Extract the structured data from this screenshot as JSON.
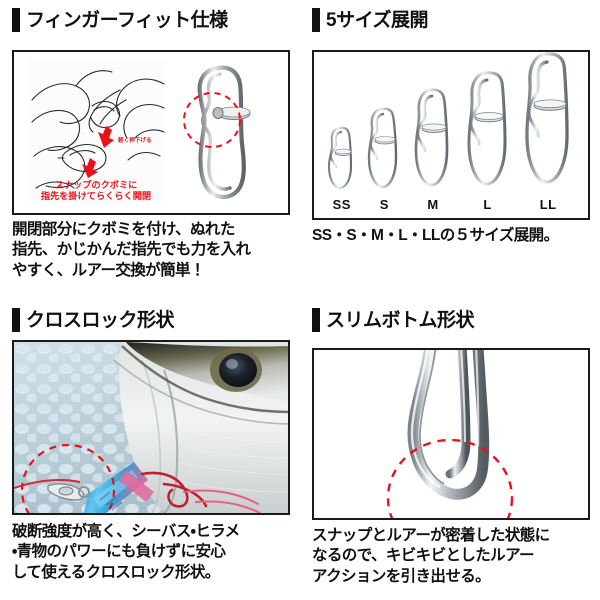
{
  "panels": {
    "finger_fit": {
      "heading": "フィンガーフィット仕様",
      "caption": "開閉部分にクボミを付け、ぬれた\n指先、かじかんだ指先でも力を入れ\nやすく、ルアー交換が簡単！",
      "illustration": {
        "annotation_main_line1": "スナップのクボミに",
        "annotation_main_line2": "指先を掛けてらくらく開閉",
        "annotation_small": "軽く押下げる"
      }
    },
    "five_sizes": {
      "heading": "5サイズ展開",
      "caption": "SS・S・M・L・LLの５サイズ展開。",
      "size_labels": [
        "SS",
        "S",
        "M",
        "L",
        "LL"
      ]
    },
    "cross_lock": {
      "heading": "クロスロック形状",
      "caption": "破断強度が高く、シーバス・ヒラメ\n・青物のパワーにも負けずに安心\nして使えるクロスロック形状。"
    },
    "slim_bottom": {
      "heading": "スリムボトム形状",
      "caption": "スナップとルアーが密着した状態に\nなるので、キビキビとしたルアー\nアクションを引き出せる。"
    }
  },
  "colors": {
    "heading_bar": "#111111",
    "text": "#111111",
    "annotation_red": "#e8121b",
    "border": "#1a1a1a",
    "metal_light": "#f2f3f4",
    "metal_mid": "#9aa0a5",
    "metal_dark": "#4e555b",
    "deck_blue": "#bcd3dd",
    "fish_silver": "#d8dde0",
    "lure_blue": "#2f9fd8",
    "lure_pink": "#e06a9a"
  }
}
